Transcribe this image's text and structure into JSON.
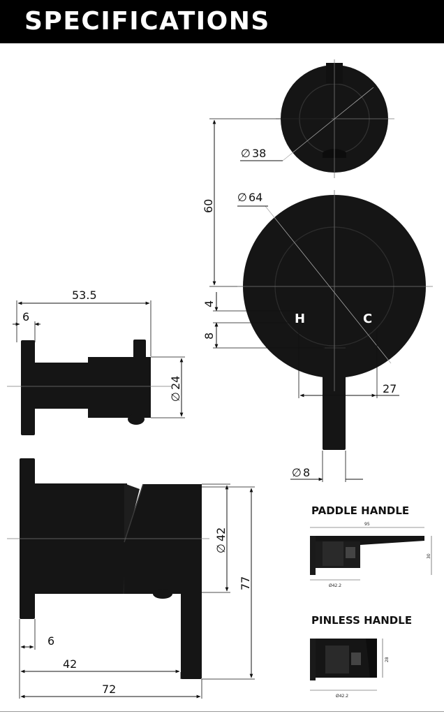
{
  "header": {
    "title": "SPECIFICATIONS"
  },
  "top_view": {
    "dia_38": "38",
    "dia_64": "64",
    "height_60": "60",
    "dim_4": "4",
    "dim_8": "8",
    "dim_27": "27",
    "dia_8": "8",
    "hot_label": "H",
    "cold_label": "C",
    "diameter_symbol": "∅"
  },
  "side_view_small": {
    "width_53_5": "53.5",
    "dim_6": "6",
    "dia_24": "24"
  },
  "side_view_large": {
    "dia_42": "42",
    "dim_77": "77",
    "dim_6": "6",
    "dim_42": "42",
    "dim_72": "72"
  },
  "paddle_handle": {
    "title": "PADDLE  HANDLE",
    "dim_95": "95",
    "dim_30": "30",
    "dia_42_2": "Ø42.2"
  },
  "pinless_handle": {
    "title": "PINLESS HANDLE",
    "dim_28": "28",
    "dia_42_2": "Ø42.2"
  },
  "colors": {
    "product": "#151515",
    "header_bg": "#000000",
    "header_text": "#ffffff"
  }
}
